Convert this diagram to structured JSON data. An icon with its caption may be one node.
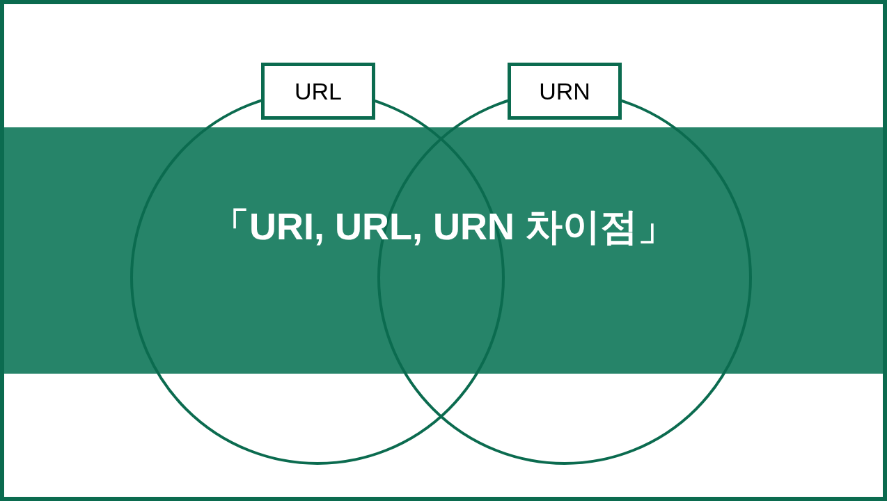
{
  "diagram": {
    "title": "「URI, URL, URN 차이점」",
    "nodes": [
      {
        "text": [],
        "shape": "bar"
      },
      {
        "text": [],
        "shape": "circle"
      },
      {
        "text": [],
        "shape": "circle"
      },
      {
        "text": [
          "URL"
        ]
      },
      {
        "text": [
          "URN"
        ]
      }
    ]
  }
}
